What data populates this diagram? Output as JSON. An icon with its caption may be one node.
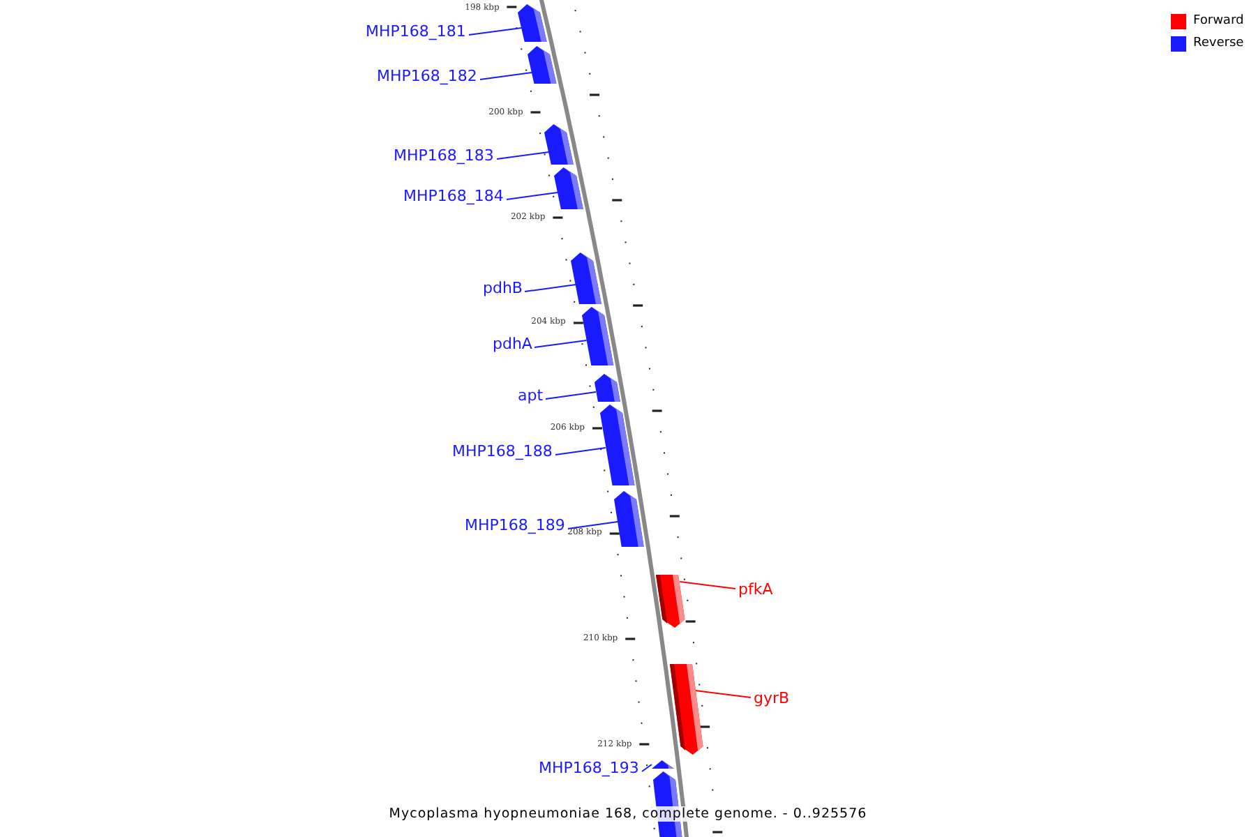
{
  "diagram": {
    "caption": "Mycoplasma hyopneumoniae 168, complete genome. - 0..925576",
    "nodes": [
      {
        "text": [
          "MHP168_181"
        ]
      },
      {
        "text": [],
        "shape": "arrow"
      },
      {
        "text": [
          "MHP168_182"
        ]
      },
      {
        "text": [],
        "shape": "arrow"
      },
      {
        "text": [
          "MHP168_183"
        ]
      },
      {
        "text": [],
        "shape": "arrow"
      },
      {
        "text": [
          "MHP168_184"
        ]
      },
      {
        "text": [],
        "shape": "arrow"
      },
      {
        "text": [
          "pdhB"
        ]
      },
      {
        "text": [],
        "shape": "arrow"
      },
      {
        "text": [
          "pdhA"
        ]
      },
      {
        "text": [],
        "shape": "arrow"
      },
      {
        "text": [
          "apt"
        ]
      },
      {
        "text": [],
        "shape": "arrow"
      },
      {
        "text": [
          "MHP168_188"
        ]
      },
      {
        "text": [],
        "shape": "arrow"
      },
      {
        "text": [
          "MHP168_189"
        ]
      },
      {
        "text": [],
        "shape": "arrow"
      },
      {
        "text": [],
        "shape": "arrow"
      },
      {
        "text": [
          "pfkA"
        ]
      },
      {
        "text": [],
        "shape": "arrow"
      },
      {
        "text": [
          "gyrB"
        ]
      },
      {
        "text": [
          "MHP168_193"
        ]
      },
      {
        "text": [],
        "shape": "arrow"
      },
      {
        "text": [],
        "shape": "arrow"
      }
    ],
    "edges": [
      {
        "from": 0,
        "to": 1,
        "arrow": "none"
      },
      {
        "from": 2,
        "to": 3,
        "arrow": "none"
      },
      {
        "from": 4,
        "to": 5,
        "arrow": "none"
      },
      {
        "from": 6,
        "to": 7,
        "arrow": "none"
      },
      {
        "from": 8,
        "to": 9,
        "arrow": "none"
      },
      {
        "from": 10,
        "to": 11,
        "arrow": "none"
      },
      {
        "from": 12,
        "to": 13,
        "arrow": "none"
      },
      {
        "from": 14,
        "to": 15,
        "arrow": "none"
      },
      {
        "from": 16,
        "to": 17,
        "arrow": "none"
      },
      {
        "from": 19,
        "to": 18,
        "arrow": "none",
        "color": "#ff0000"
      },
      {
        "from": 21,
        "to": 20,
        "arrow": "none",
        "color": "#ff0000"
      },
      {
        "from": 22,
        "to": 23,
        "arrow": "none"
      }
    ],
    "labels": [
      "198 kbp",
      "200 kbp",
      "202 kbp",
      "204 kbp",
      "206 kbp",
      "208 kbp",
      "210 kbp",
      "212 kbp"
    ],
    "legend": [
      {
        "text": "Forward",
        "color": "#ff0000"
      },
      {
        "text": "Reverse",
        "color": "#1a1aff"
      }
    ]
  }
}
